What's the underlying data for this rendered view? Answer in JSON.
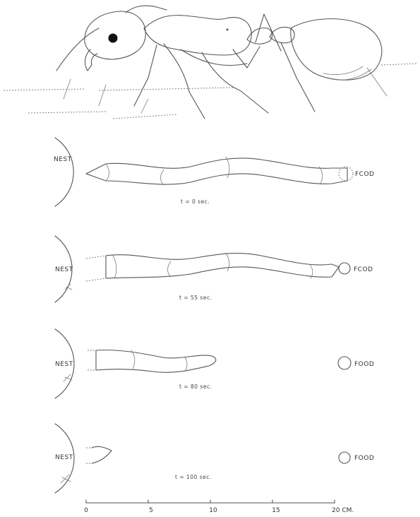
{
  "panels": [
    {
      "nest_label": "NEST",
      "food_label": "FCOD",
      "time_label": "t = 0 sec."
    },
    {
      "nest_label": "NEST",
      "food_label": "FCOD",
      "time_label": "t = 55 sec."
    },
    {
      "nest_label": "NEST",
      "food_label": "FOOD",
      "time_label": "t = 80 sec."
    },
    {
      "nest_label": "NEST",
      "food_label": "FOOD",
      "time_label": "t = 100 sec."
    }
  ],
  "scale": {
    "ticks": [
      "0",
      "5",
      "10",
      "15",
      "20 CM."
    ]
  }
}
